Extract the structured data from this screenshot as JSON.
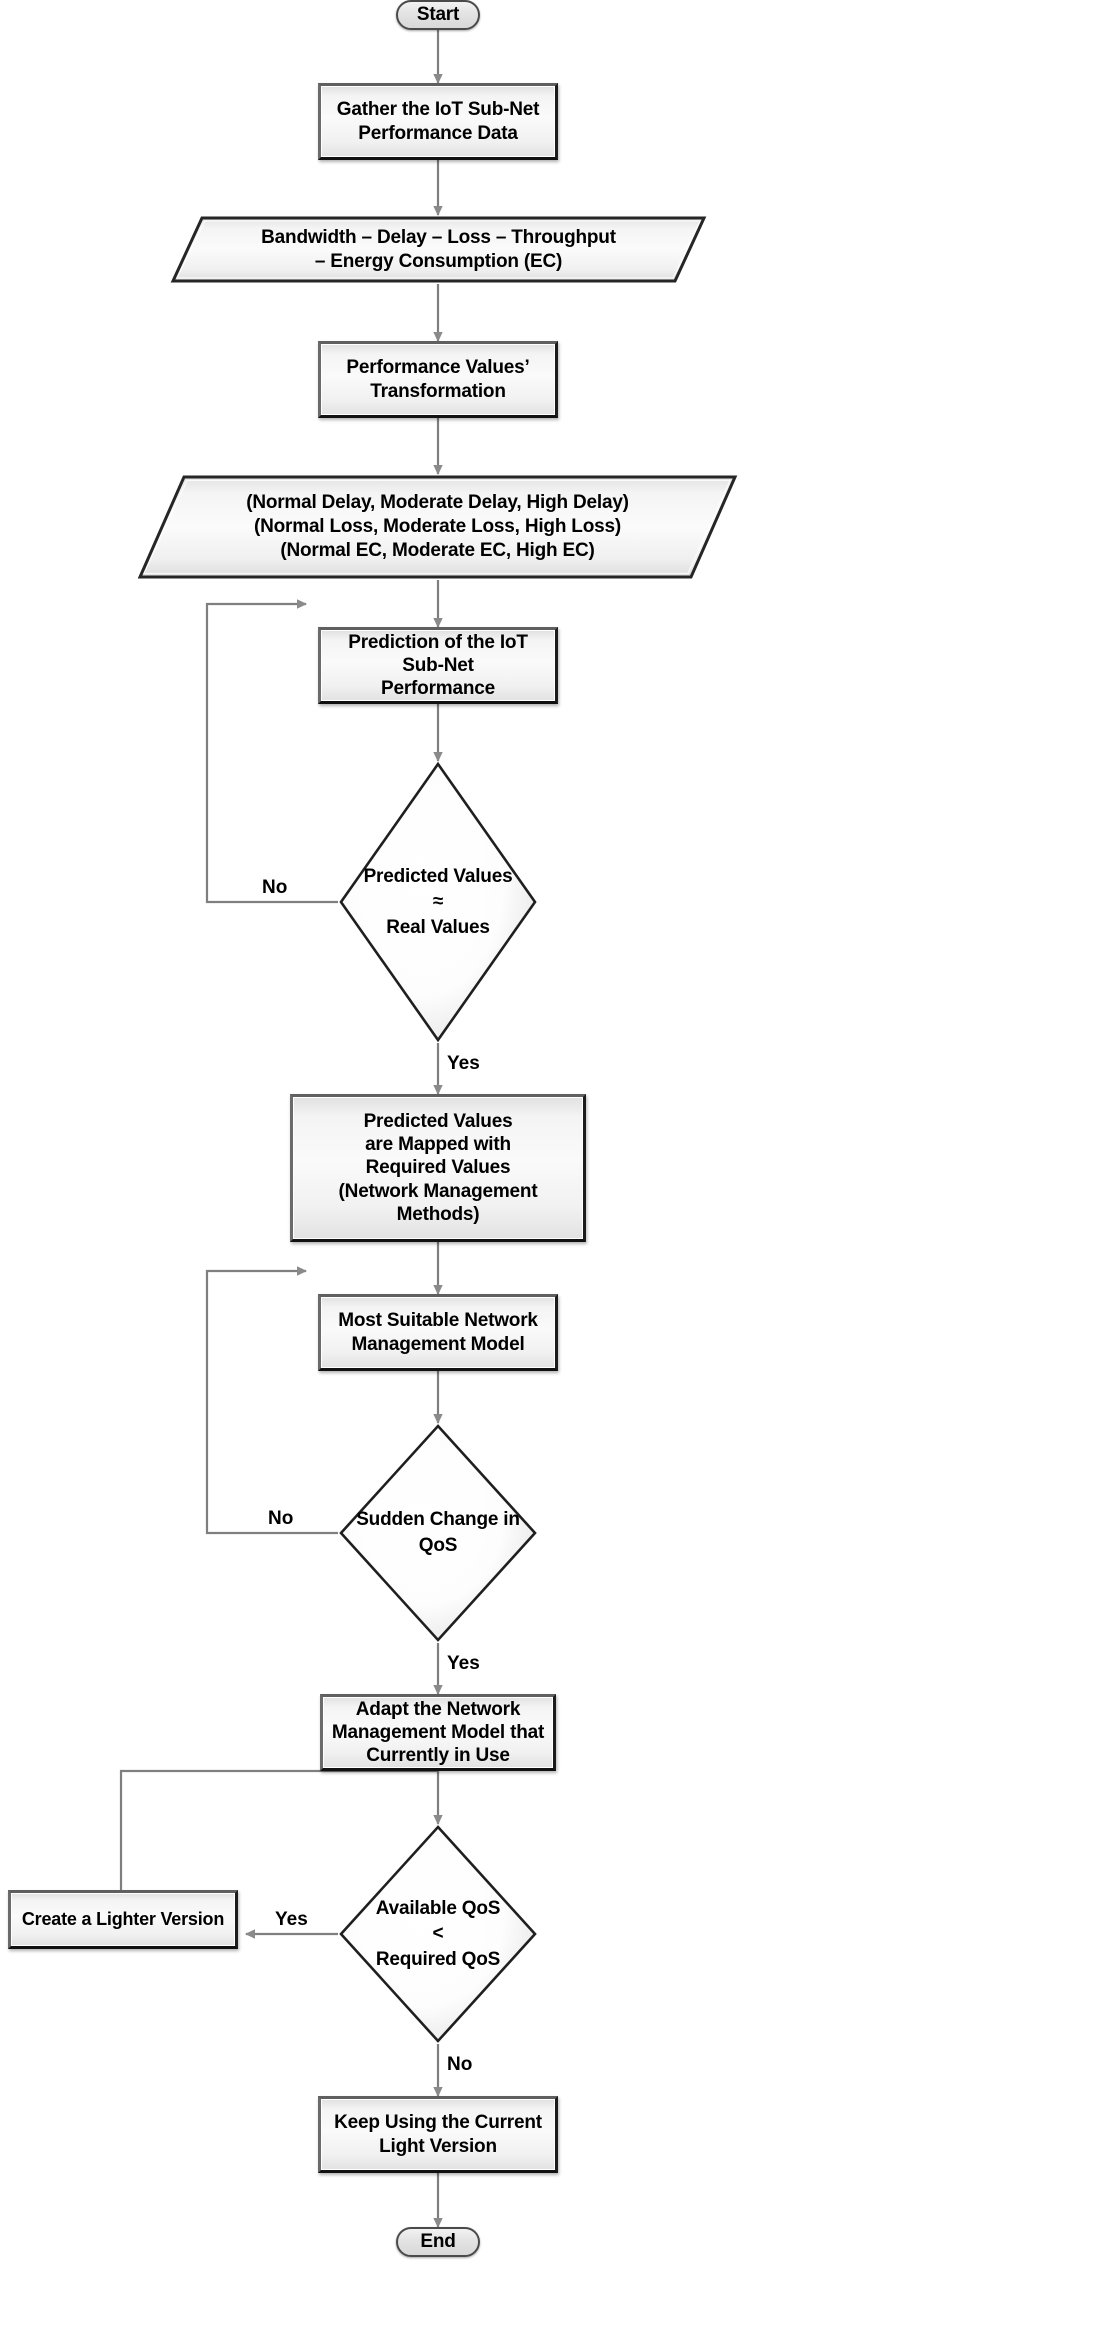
{
  "diagram": {
    "title": "IoT Sub-Net QoS Management Flowchart",
    "colors": {
      "node_border_dark": "#111111",
      "node_border_light": "#6b6b6b",
      "node_fill_light": "#fafafa",
      "node_fill_shade": "#e0e0e0",
      "terminator_fill": "#e3e3e3",
      "edge_stroke": "#7f7f7f",
      "text": "#000000",
      "background": "#ffffff"
    },
    "nodes": [
      {
        "id": "start",
        "type": "terminator",
        "label": "Start"
      },
      {
        "id": "gather",
        "type": "process",
        "label": "Gather the IoT Sub-Net\nPerformance Data"
      },
      {
        "id": "metrics",
        "type": "data",
        "label": "Bandwidth – Delay – Loss – Throughput\n– Energy Consumption (EC)"
      },
      {
        "id": "transform",
        "type": "process",
        "label": "Performance Values’\nTransformation"
      },
      {
        "id": "classes",
        "type": "data",
        "label": "(Normal Delay, Moderate Delay, High Delay)\n(Normal Loss, Moderate Loss, High Loss)\n(Normal EC, Moderate EC, High EC)"
      },
      {
        "id": "predict",
        "type": "process",
        "label": "Prediction of the IoT Sub-Net\nPerformance"
      },
      {
        "id": "check-pred",
        "type": "decision",
        "label": "Predicted Values\n≈\nReal Values"
      },
      {
        "id": "map-values",
        "type": "process",
        "label": "Predicted Values\nare Mapped with\nRequired Values\n(Network Management Methods)"
      },
      {
        "id": "best-model",
        "type": "process",
        "label": "Most Suitable Network\nManagement Model"
      },
      {
        "id": "check-qos",
        "type": "decision",
        "label": "Sudden Change in\nQoS"
      },
      {
        "id": "adapt",
        "type": "process",
        "label": "Adapt the Network\nManagement Model that\nCurrently in Use"
      },
      {
        "id": "check-avail",
        "type": "decision",
        "label": "Available QoS\n<\nRequired QoS"
      },
      {
        "id": "lighter",
        "type": "process",
        "label": "Create a Lighter Version"
      },
      {
        "id": "keep-light",
        "type": "process",
        "label": "Keep Using the Current\nLight Version"
      },
      {
        "id": "end",
        "type": "terminator",
        "label": "End"
      }
    ],
    "edge_labels": [
      {
        "id": "pred-no",
        "label": "No",
        "from": "check-pred",
        "to": "predict"
      },
      {
        "id": "pred-yes",
        "label": "Yes",
        "from": "check-pred",
        "to": "map-values"
      },
      {
        "id": "qos-no",
        "label": "No",
        "from": "check-qos",
        "to": "best-model"
      },
      {
        "id": "qos-yes",
        "label": "Yes",
        "from": "check-qos",
        "to": "adapt"
      },
      {
        "id": "avail-yes",
        "label": "Yes",
        "from": "check-avail",
        "to": "lighter"
      },
      {
        "id": "avail-no",
        "label": "No",
        "from": "check-avail",
        "to": "keep-light"
      }
    ]
  }
}
